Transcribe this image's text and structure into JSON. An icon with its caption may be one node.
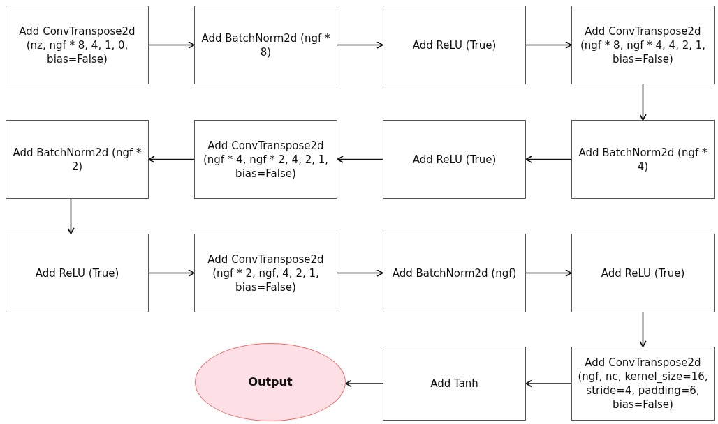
{
  "diagram": {
    "nodes": [
      {
        "text": [
          "Add ConvTranspose2d (nz, ngf * 8, 4, 1, 0, bias=False)"
        ]
      },
      {
        "text": [
          "Add BatchNorm2d (ngf * 8)"
        ]
      },
      {
        "text": [
          "Add ReLU (True)"
        ]
      },
      {
        "text": [
          "Add ConvTranspose2d (ngf * 8, ngf * 4, 4, 2, 1, bias=False)"
        ]
      },
      {
        "text": [
          "Add BatchNorm2d (ngf * 2)"
        ]
      },
      {
        "text": [
          "Add ConvTranspose2d (ngf * 4, ngf * 2, 4, 2, 1, bias=False)"
        ]
      },
      {
        "text": [
          "Add ReLU (True)"
        ]
      },
      {
        "text": [
          "Add BatchNorm2d (ngf * 4)"
        ]
      },
      {
        "text": [
          "Add ReLU (True)"
        ]
      },
      {
        "text": [
          "Add ConvTranspose2d (ngf * 2, ngf, 4, 2, 1, bias=False)"
        ]
      },
      {
        "text": [
          "Add BatchNorm2d (ngf)"
        ]
      },
      {
        "text": [
          "Add ReLU (True)"
        ]
      },
      {
        "text": [
          "Output"
        ]
      },
      {
        "text": [
          "Add Tanh"
        ]
      },
      {
        "text": [
          "Add ConvTranspose2d (ngf, nc, kernel_size=16, stride=4, padding=6, bias=False)"
        ]
      }
    ],
    "edges": [
      {
        "from": 0,
        "to": 1,
        "arrow": "to"
      },
      {
        "from": 1,
        "to": 2,
        "arrow": "to"
      },
      {
        "from": 2,
        "to": 3,
        "arrow": "to"
      },
      {
        "from": 3,
        "to": 7,
        "arrow": "to"
      },
      {
        "from": 7,
        "to": 6,
        "arrow": "to"
      },
      {
        "from": 6,
        "to": 5,
        "arrow": "to"
      },
      {
        "from": 5,
        "to": 4,
        "arrow": "to"
      },
      {
        "from": 4,
        "to": 8,
        "arrow": "to"
      },
      {
        "from": 8,
        "to": 9,
        "arrow": "to"
      },
      {
        "from": 9,
        "to": 10,
        "arrow": "to"
      },
      {
        "from": 10,
        "to": 11,
        "arrow": "to"
      },
      {
        "from": 11,
        "to": 14,
        "arrow": "to"
      },
      {
        "from": 14,
        "to": 13,
        "arrow": "to"
      },
      {
        "from": 13,
        "to": 12,
        "arrow": "to"
      }
    ]
  }
}
